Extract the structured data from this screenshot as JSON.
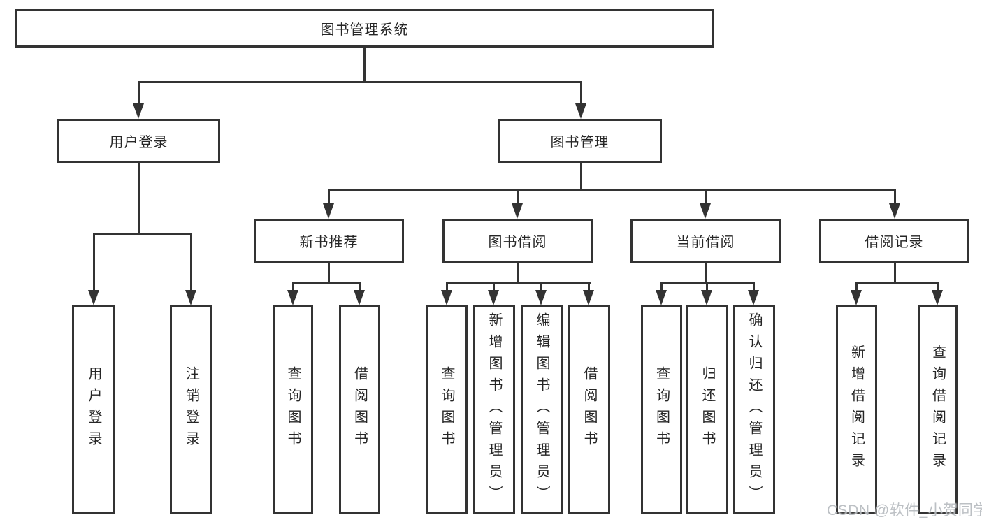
{
  "watermark": "CSDN @软件_小贺同学",
  "colors": {
    "line": "#333333",
    "box_border": "#333333",
    "box_background": "#ffffff",
    "text": "#262626",
    "watermark": "#b7bbc0"
  },
  "tree": {
    "root": {
      "label": "图书管理系统"
    },
    "branches": [
      {
        "label": "用户登录",
        "children": [
          {
            "label": "用户登录"
          },
          {
            "label": "注销登录"
          }
        ]
      },
      {
        "label": "图书管理",
        "children": [
          {
            "label": "新书推荐",
            "children": [
              {
                "label": "查询图书"
              },
              {
                "label": "借阅图书"
              }
            ]
          },
          {
            "label": "图书借阅",
            "children": [
              {
                "label": "查询图书"
              },
              {
                "label": "新增图书（管理员）"
              },
              {
                "label": "编辑图书（管理员）"
              },
              {
                "label": "借阅图书"
              }
            ]
          },
          {
            "label": "当前借阅",
            "children": [
              {
                "label": "查询图书"
              },
              {
                "label": "归还图书"
              },
              {
                "label": "确认归还（管理员）"
              }
            ]
          },
          {
            "label": "借阅记录",
            "children": [
              {
                "label": "新增借阅记录"
              },
              {
                "label": "查询借阅记录"
              }
            ]
          }
        ]
      }
    ]
  }
}
